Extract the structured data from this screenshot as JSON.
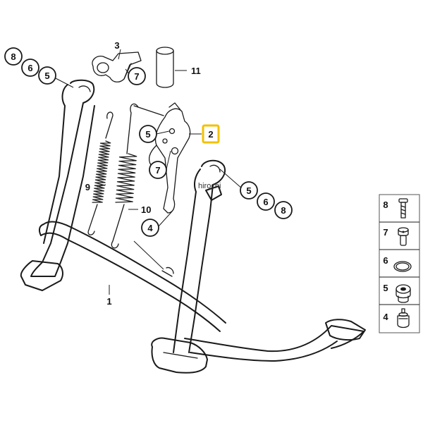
{
  "callouts": {
    "c1": "1",
    "c2": "2",
    "c3": "3",
    "c4": "4",
    "c5a": "5",
    "c5b": "5",
    "c5c": "5",
    "c6a": "6",
    "c6b": "6",
    "c7a": "7",
    "c7b": "7",
    "c8a": "8",
    "c8b": "8",
    "c9": "9",
    "c10": "10",
    "c11": "11"
  },
  "watermark": "hirochi",
  "highlight_color": "#f2c200",
  "legend": {
    "rows": [
      {
        "number": "8",
        "icon": "bolt-icon"
      },
      {
        "number": "7",
        "icon": "pin-icon"
      },
      {
        "number": "6",
        "icon": "ring-icon"
      },
      {
        "number": "5",
        "icon": "bushing-icon"
      },
      {
        "number": "4",
        "icon": "stopper-icon"
      }
    ]
  }
}
